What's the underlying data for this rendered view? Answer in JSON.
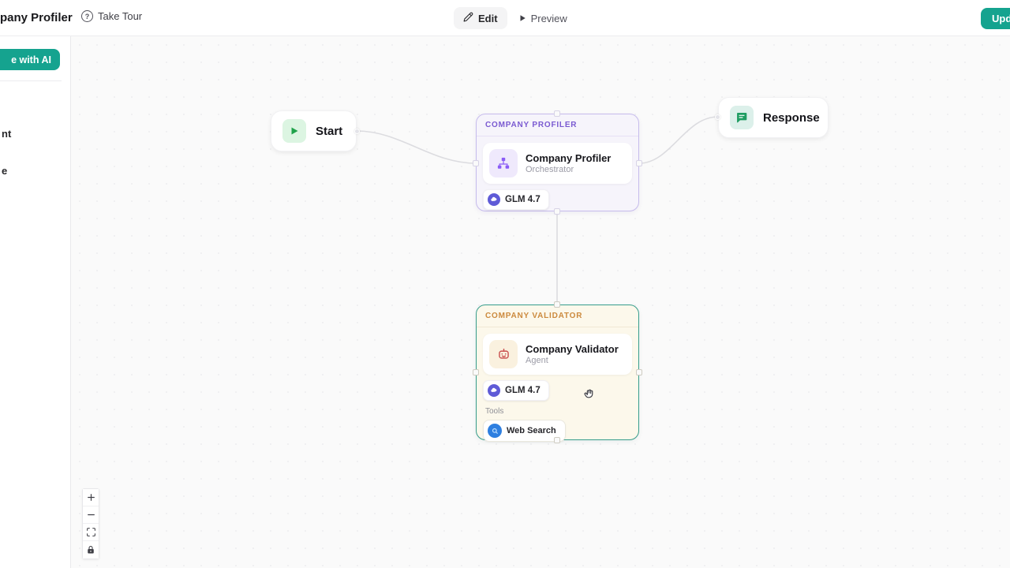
{
  "header": {
    "title": "pany Profiler",
    "take_tour": {
      "label": "Take Tour",
      "icon_glyph": "?"
    },
    "edit": {
      "label": "Edit"
    },
    "preview": {
      "label": "Preview"
    },
    "update": {
      "label": "Update"
    }
  },
  "sidebar": {
    "ai_button_label": "e with AI",
    "items": [
      {
        "label": "nt"
      },
      {
        "label": "e"
      }
    ]
  },
  "flow": {
    "start_node": {
      "label": "Start"
    },
    "response_node": {
      "label": "Response"
    },
    "profiler_group": {
      "header": "COMPANY PROFILER",
      "card_title": "Company Profiler",
      "card_subtitle": "Orchestrator",
      "model_badge": "GLM 4.7"
    },
    "validator_group": {
      "header": "COMPANY VALIDATOR",
      "card_title": "Company Validator",
      "card_subtitle": "Agent",
      "model_badge": "GLM 4.7",
      "tools_label": "Tools",
      "tool_badge": "Web Search"
    }
  },
  "colors": {
    "accent_teal": "#15A38F",
    "profiler_border": "#C6BBEC",
    "profiler_header_text": "#7A5AD1",
    "profiler_bg": "#F6F4FB",
    "validator_border": "#379D8C",
    "validator_bg": "#FCF8EB",
    "validator_header_text": "#CC8A3E",
    "start_icon_green": "#1FA24A",
    "response_icon_green": "#1F9D62",
    "glm_icon_indigo": "#5F5BD7",
    "web_search_blue": "#2E7FE0",
    "agent_icon_red": "#C9504E",
    "edge_gray": "#DCDCE0"
  }
}
